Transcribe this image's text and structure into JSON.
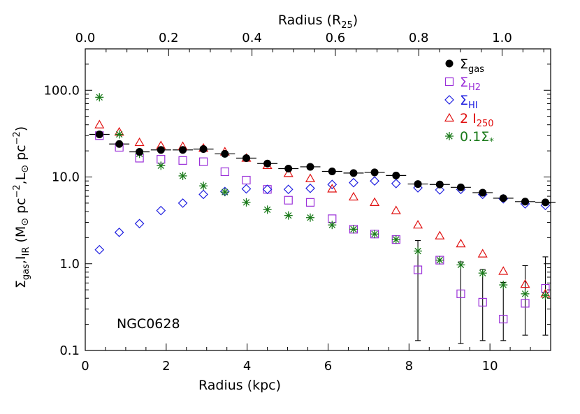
{
  "chart_data": {
    "type": "scatter",
    "annotation": "NGC0628",
    "xlabel": "Radius (kpc)",
    "x2label": {
      "main": "Radius (R",
      "sub": "25",
      "close": ")"
    },
    "ylabel": {
      "sigma": "Σ",
      "sub1": "gas",
      "comma": ",I",
      "sub2": "IR",
      "open": " (M",
      "sun1": "⊙",
      "pc1": " pc",
      "exp1": "−2",
      "commaL": ",L",
      "sun2": "⊙",
      "pc2": " pc",
      "exp2": "−2",
      "close": ")"
    },
    "xlim": [
      0,
      11.5
    ],
    "ylim": [
      0.1,
      300
    ],
    "y_scale": "log",
    "x_ticks": [
      "0",
      "2",
      "4",
      "6",
      "8",
      "10"
    ],
    "x2_ticks": [
      "0.0",
      "0.2",
      "0.4",
      "0.6",
      "0.8",
      "1.0"
    ],
    "r25_kpc": 10.3,
    "y_ticks": [
      "0.1",
      "1.0",
      "10.0",
      "100.0"
    ],
    "legend_position": "top-right",
    "x": [
      0.35,
      0.84,
      1.34,
      1.87,
      2.41,
      2.92,
      3.45,
      3.98,
      4.5,
      5.02,
      5.56,
      6.1,
      6.63,
      7.15,
      7.68,
      8.22,
      8.76,
      9.28,
      9.82,
      10.33,
      10.87,
      11.37
    ],
    "series": [
      {
        "name_main": "Σ",
        "name_sub": "gas",
        "name_prefix": "",
        "marker": "filled-circle",
        "color": "#000000",
        "values": [
          31,
          24,
          19.5,
          20.5,
          20.5,
          21,
          18.5,
          16.5,
          14.3,
          12.5,
          13.1,
          11.6,
          11.1,
          11.3,
          10.4,
          8.3,
          8.2,
          7.6,
          6.6,
          5.7,
          5.2,
          5.1
        ],
        "xerr": 0.25
      },
      {
        "name_main": "Σ",
        "name_sub": "H2",
        "name_prefix": "",
        "marker": "open-square",
        "color": "#9b30d9",
        "values": [
          30,
          22,
          16.5,
          16,
          15.5,
          15,
          11.5,
          9.2,
          7.2,
          5.4,
          5.1,
          3.3,
          2.5,
          2.2,
          1.9,
          0.85,
          1.1,
          0.45,
          0.36,
          0.23,
          0.35,
          0.52
        ],
        "yerr_low": [
          0,
          0,
          0,
          0,
          0,
          0,
          0,
          0,
          0,
          0,
          0,
          0,
          0,
          0,
          0,
          0.72,
          0,
          0.33,
          0.23,
          0.1,
          0.2,
          0.37
        ],
        "yerr_high": [
          0,
          0,
          0,
          0,
          0,
          0,
          0,
          0,
          0,
          0,
          0,
          0,
          0,
          0,
          0,
          1.0,
          0,
          0.6,
          0.5,
          0.38,
          0.6,
          0.68
        ]
      },
      {
        "name_main": "Σ",
        "name_sub": "HI",
        "name_prefix": "",
        "marker": "open-diamond",
        "color": "#1f1fe0",
        "values": [
          1.45,
          2.3,
          2.9,
          4.1,
          5.0,
          6.3,
          6.8,
          7.3,
          7.2,
          7.2,
          7.4,
          8.2,
          8.6,
          9.0,
          8.4,
          7.5,
          7.1,
          7.2,
          6.3,
          5.6,
          4.9,
          4.7
        ]
      },
      {
        "name_main": "2  I",
        "name_sub": "250",
        "name_prefix": "",
        "marker": "open-triangle",
        "color": "#e01010",
        "values": [
          40,
          33,
          25,
          23,
          22.5,
          21.5,
          19.5,
          16.5,
          13.6,
          11.0,
          9.6,
          7.3,
          5.9,
          5.1,
          4.1,
          2.8,
          2.1,
          1.7,
          1.3,
          0.82,
          0.58,
          0.45
        ]
      },
      {
        "name_main": "0.1Σ",
        "name_sub": "*",
        "name_prefix": "",
        "marker": "asterisk",
        "color": "#1a7a1a",
        "values": [
          83,
          31,
          18.5,
          13.5,
          10.3,
          7.9,
          6.7,
          5.1,
          4.2,
          3.6,
          3.4,
          2.8,
          2.5,
          2.2,
          1.9,
          1.4,
          1.1,
          0.97,
          0.78,
          0.57,
          0.45,
          0.43
        ]
      }
    ]
  }
}
